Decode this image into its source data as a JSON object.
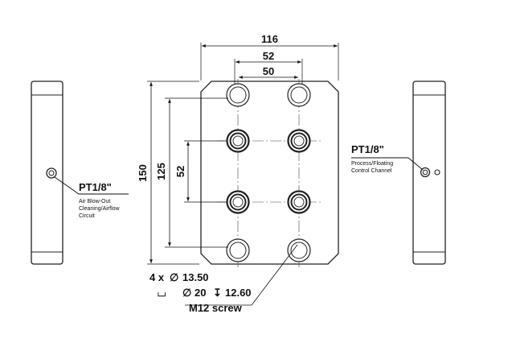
{
  "dimensions": {
    "overall_width": "116",
    "hole_pitch_outer": "52",
    "hole_pitch_inner": "50",
    "overall_height": "150",
    "vertical_pitch_outer": "125",
    "vertical_pitch_inner": "52"
  },
  "callout": {
    "quantity": "4 x",
    "diameter_symbol": "∅",
    "through_diameter": "13.50",
    "counterbore_symbol": "⌴",
    "counterbore_diameter": "20",
    "depth_symbol": "↧",
    "counterbore_depth": "12.60",
    "screw": "M12 screw"
  },
  "left_port": {
    "thread": "PT1/8\"",
    "desc_line1": "Air Blow-Out",
    "desc_line2": "Cleaning/Airflow",
    "desc_line3": "Circuit"
  },
  "right_port": {
    "thread": "PT1/8\"",
    "desc_line1": "Process/Floating",
    "desc_line2": "Control Channel"
  }
}
